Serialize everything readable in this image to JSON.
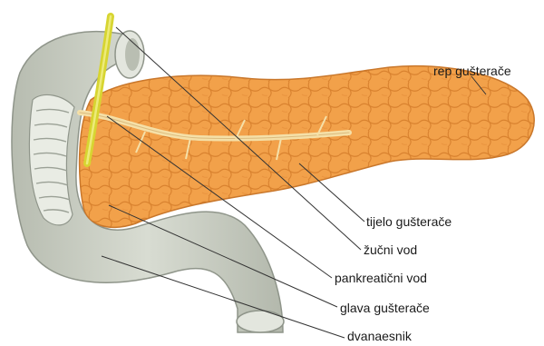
{
  "labels": {
    "tail": "rep gušterače",
    "body": "tijelo gušterače",
    "bile_duct": "žučni vod",
    "pancreatic_duct": "pankreatični vod",
    "head": "glava gušterače",
    "duodenum": "dvanaesnik"
  },
  "colors": {
    "pancreas": "#F2A14A",
    "pancreas_dark": "#D9822F",
    "duct": "#F5E0A8",
    "duodenum": "#C9CEC2",
    "duodenum_dark": "#9BA196",
    "bile": "#D7D531",
    "leader_line": "#333333"
  }
}
